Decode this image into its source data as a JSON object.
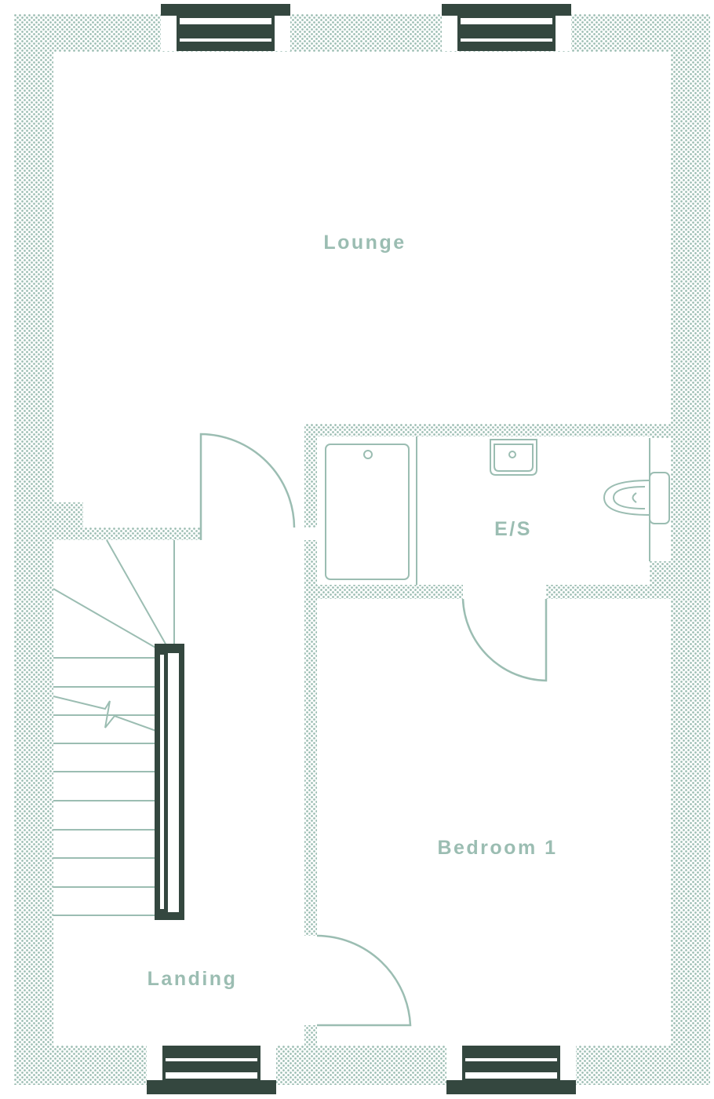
{
  "plan": {
    "rooms": [
      {
        "id": "lounge",
        "label": "Lounge"
      },
      {
        "id": "ensuite",
        "label": "E/S"
      },
      {
        "id": "bedroom",
        "label": "Bedroom 1"
      },
      {
        "id": "landing",
        "label": "Landing"
      }
    ],
    "colors": {
      "wall": "#9bbdb2",
      "window_frame": "#34473f",
      "label": "#9bbdb2"
    },
    "icons": [
      "window-icon",
      "door-swing-icon",
      "bath-icon",
      "basin-icon",
      "toilet-icon",
      "staircase-icon"
    ]
  }
}
